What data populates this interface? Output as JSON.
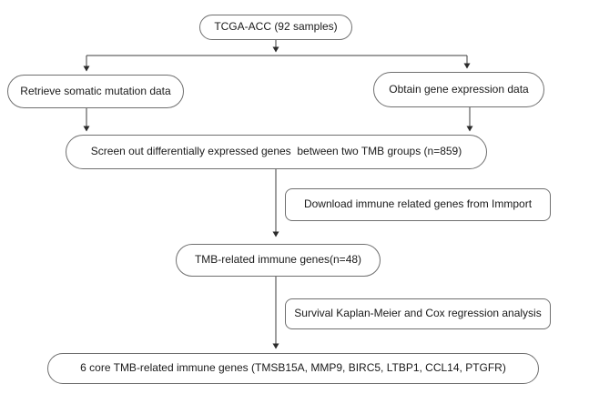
{
  "diagram": {
    "type": "flowchart",
    "background": "#ffffff",
    "colors": {
      "node_border": "#6f6f6f",
      "node_fill": "#ffffff",
      "connector": "#3d3d3d",
      "arrowhead": "#2b2b2b",
      "text": "#1a1a1a"
    },
    "nodes": {
      "tcga": {
        "label": "TCGA-ACC (92 samples)",
        "shape": "pill"
      },
      "somatic": {
        "label": "Retrieve somatic mutation data",
        "shape": "pill"
      },
      "expression": {
        "label": "Obtain gene expression data",
        "shape": "pill"
      },
      "deg": {
        "label": "Screen out differentially expressed genes  between two TMB groups (n=859)",
        "shape": "pill"
      },
      "immport": {
        "label": "Download immune related genes from Immport",
        "shape": "rounded-rect"
      },
      "tmb_genes": {
        "label": "TMB-related immune genes(n=48)",
        "shape": "pill"
      },
      "survival": {
        "label": "Survival Kaplan-Meier and Cox regression analysis",
        "shape": "rounded-rect"
      },
      "core_genes": {
        "label": "6 core TMB-related immune genes (TMSB15A, MMP9, BIRC5, LTBP1, CCL14, PTGFR)",
        "shape": "pill"
      }
    },
    "edges": [
      {
        "from": "tcga",
        "to": "somatic"
      },
      {
        "from": "tcga",
        "to": "expression"
      },
      {
        "from": "somatic",
        "to": "deg"
      },
      {
        "from": "expression",
        "to": "deg"
      },
      {
        "from": "deg",
        "to": "tmb_genes",
        "side_annotation": "immport"
      },
      {
        "from": "tmb_genes",
        "to": "core_genes",
        "side_annotation": "survival"
      }
    ]
  }
}
